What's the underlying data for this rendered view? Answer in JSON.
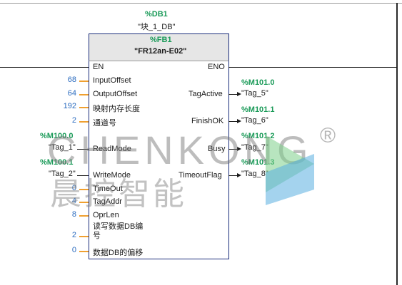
{
  "instance_db": {
    "address": "%DB1",
    "name": "\"块_1_DB\""
  },
  "block": {
    "address": "%FB1",
    "name": "\"FR12an-E02\""
  },
  "power": {
    "en": "EN",
    "eno": "ENO"
  },
  "inputs": [
    {
      "value": "68",
      "pin": "InputOffset"
    },
    {
      "value": "64",
      "pin": "OutputOffset"
    },
    {
      "value": "192",
      "pin": "映射内存长度"
    },
    {
      "value": "2",
      "pin": "通道号"
    },
    {
      "address": "%M100.0",
      "tag": "\"Tag_1\"",
      "pin": "ReadMode"
    },
    {
      "address": "%M100.1",
      "tag": "\"Tag_2\"",
      "pin": "WriteMode"
    },
    {
      "value": "0",
      "pin": "TimeOut"
    },
    {
      "value": "4",
      "pin": "TagAddr"
    },
    {
      "value": "8",
      "pin": "OprLen"
    },
    {
      "value": "2",
      "pin": "读写数据DB编号"
    },
    {
      "value": "0",
      "pin": "数据DB的偏移"
    }
  ],
  "outputs": [
    {
      "pin": "TagActive",
      "address": "%M101.0",
      "tag": "\"Tag_5\""
    },
    {
      "pin": "FinishOK",
      "address": "%M101.1",
      "tag": "\"Tag_6\""
    },
    {
      "pin": "Busy",
      "address": "%M101.2",
      "tag": "\"Tag_7\""
    },
    {
      "pin": "TimeoutFlag",
      "address": "%M101.3",
      "tag": "\"Tag_8\""
    }
  ],
  "watermark": {
    "brand": "CHENKONG",
    "brand_cn": "晨控智能",
    "registered": "®"
  },
  "colors": {
    "address": "#1a9a58",
    "constant": "#2a6bbf",
    "pin_wire": "#f0a030",
    "block_border": "#1a2c7a",
    "header_bg": "#e6e6e6"
  }
}
